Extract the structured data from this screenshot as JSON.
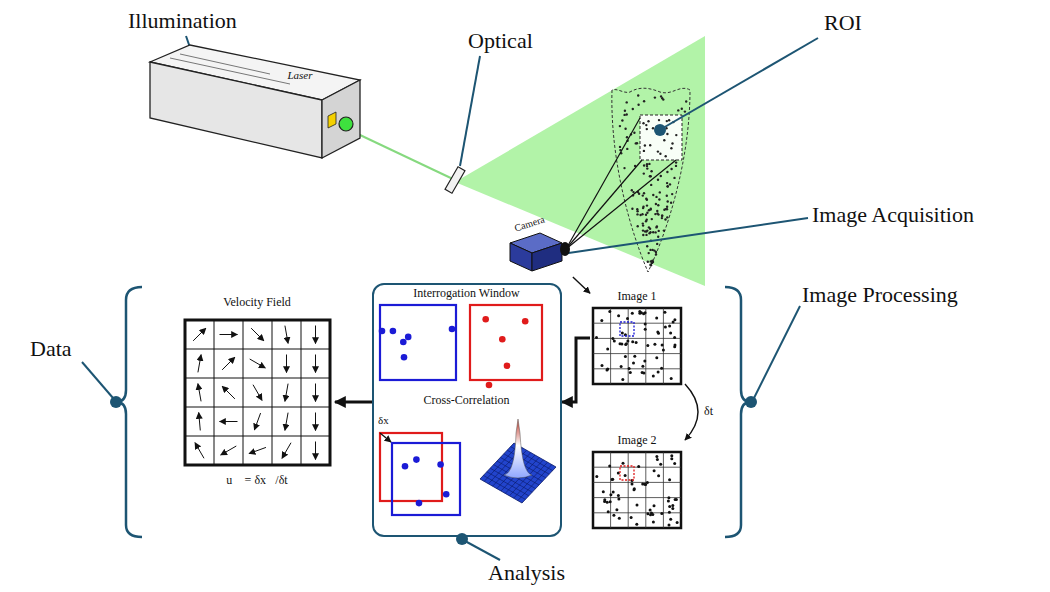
{
  "diagram": {
    "nodes": [
      {
        "text": [
          "Laser"
        ]
      },
      {
        "text": [
          "Camera"
        ]
      },
      {
        "text": [
          "Velocity Field",
          "u⃗ = δx⃗/δt"
        ]
      },
      {
        "text": [
          "Interrogation Window",
          "Cross-Correlation"
        ]
      },
      {
        "text": [
          "Image 1"
        ]
      },
      {
        "text": [
          "Image 2"
        ]
      }
    ],
    "edges": [
      {
        "from": 1,
        "to": 4,
        "arrow": "to"
      },
      {
        "from": 4,
        "to": 3,
        "arrow": "to"
      },
      {
        "from": 3,
        "to": 2,
        "arrow": "to"
      },
      {
        "from": 4,
        "to": 5,
        "label": "δt",
        "arrow": "to"
      }
    ],
    "labels": [
      "Illumination",
      "Optical",
      "ROI",
      "Image Acquisition",
      "Image Processing",
      "Data",
      "Analysis",
      "δx⃗"
    ]
  }
}
